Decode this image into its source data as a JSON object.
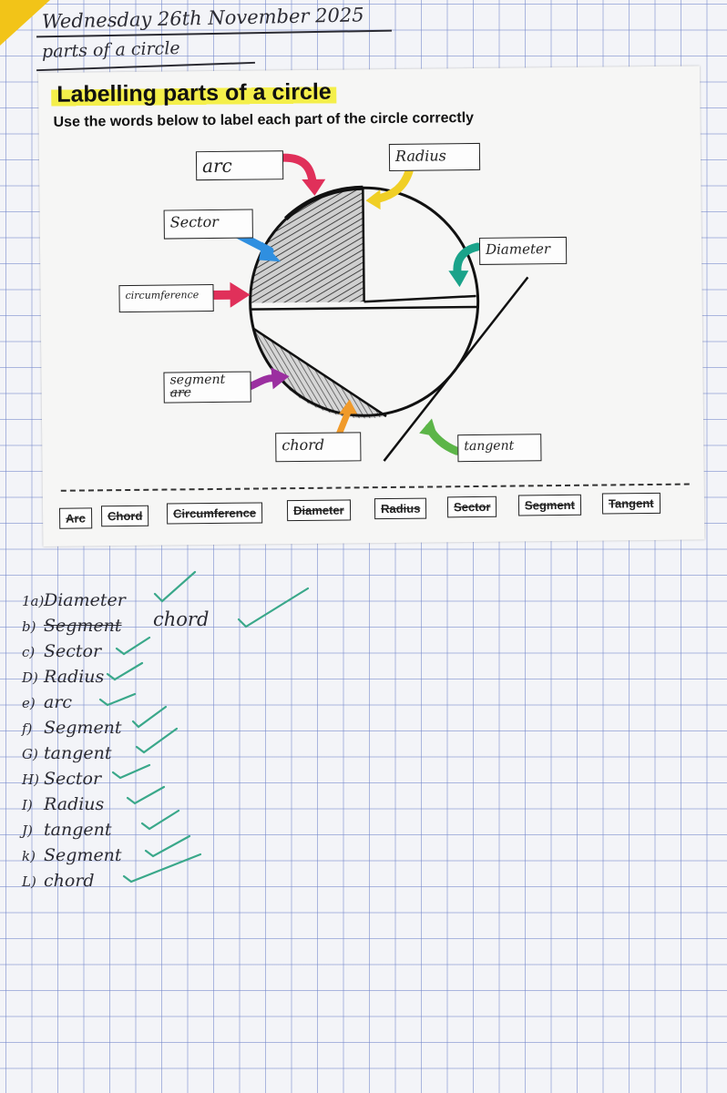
{
  "notebook": {
    "date": "Wednesday 26th November 2025",
    "subtitle": "parts of a circle"
  },
  "worksheet": {
    "title": "Labelling parts of a circle",
    "instruction": "Use the words below to label each part of the circle correctly",
    "labels": {
      "arc": "arc",
      "radius": "Radius",
      "sector": "Sector",
      "diameter": "Diameter",
      "circumference": "circumference",
      "segment": "segment",
      "segment_crossed": "arc",
      "chord": "chord",
      "tangent": "tangent"
    },
    "word_bank": [
      "Arc",
      "Chord",
      "Circumference",
      "Diameter",
      "Radius",
      "Sector",
      "Segment",
      "Tangent"
    ]
  },
  "answers": [
    {
      "num": "1a)",
      "text": "Diameter",
      "struck": false
    },
    {
      "num": "b)",
      "text": "Segment",
      "struck": true,
      "correction": "chord"
    },
    {
      "num": "c)",
      "text": "Sector",
      "struck": false
    },
    {
      "num": "D)",
      "text": "Radius",
      "struck": false
    },
    {
      "num": "e)",
      "text": "arc",
      "struck": false
    },
    {
      "num": "f)",
      "text": "Segment",
      "struck": false
    },
    {
      "num": "G)",
      "text": "tangent",
      "struck": false
    },
    {
      "num": "H)",
      "text": "Sector",
      "struck": false
    },
    {
      "num": "I)",
      "text": "Radius",
      "struck": false
    },
    {
      "num": "J)",
      "text": "tangent",
      "struck": false
    },
    {
      "num": "k)",
      "text": "Segment",
      "struck": false
    },
    {
      "num": "L)",
      "text": "chord",
      "struck": false
    }
  ],
  "colors": {
    "highlight": "#f4ef4a",
    "tick": "#3aa88a",
    "arrow_red": "#e0305a",
    "arrow_yellow": "#f0cf25",
    "arrow_blue": "#2f8fe0",
    "arrow_teal": "#1aa38a",
    "arrow_purple": "#9b2fa0",
    "arrow_orange": "#f09a2a",
    "arrow_green": "#5cb548"
  }
}
